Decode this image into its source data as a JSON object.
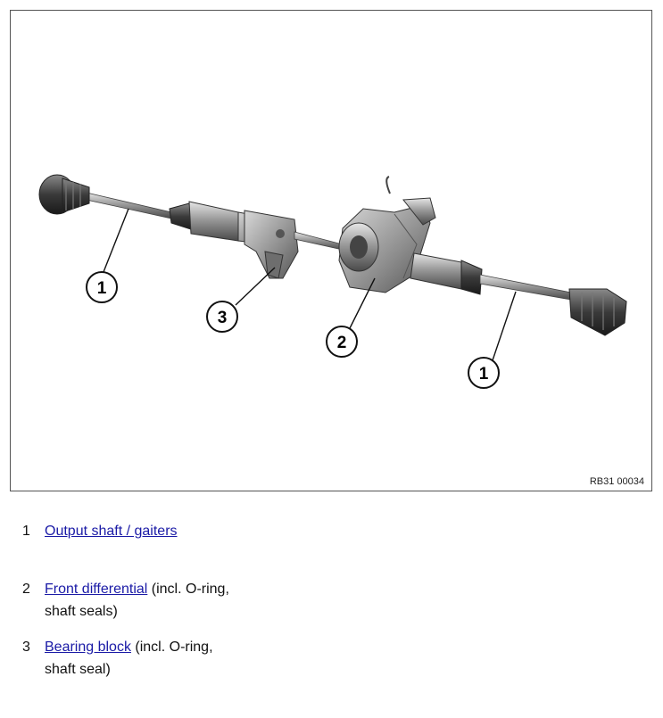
{
  "figure": {
    "reference": "RB31 00034",
    "callouts": [
      "1",
      "2",
      "3",
      "1"
    ]
  },
  "legend": [
    {
      "number": "1",
      "link": "Output shaft / gaiters",
      "suffix": ""
    },
    {
      "number": "2",
      "link": "Front differential",
      "suffix": " (incl. O-ring, shaft seals)"
    },
    {
      "number": "3",
      "link": "Bearing block",
      "suffix": " (incl. O-ring, shaft seal)"
    }
  ]
}
